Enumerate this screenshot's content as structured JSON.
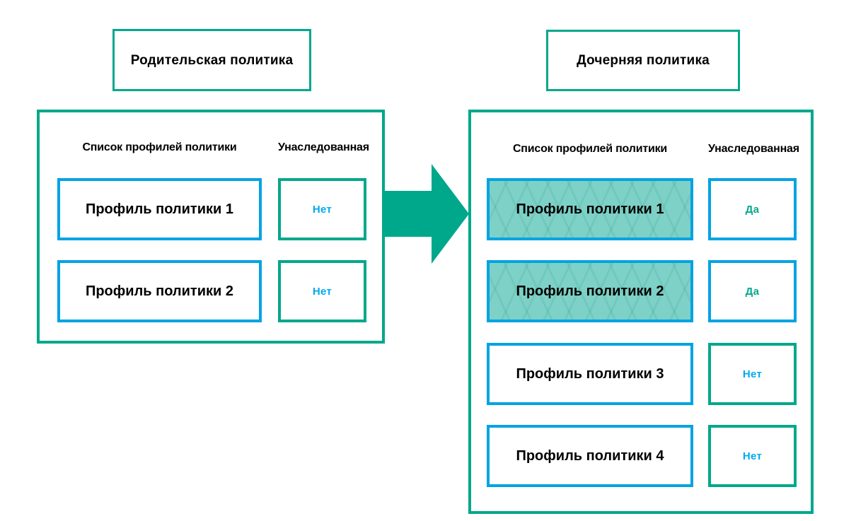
{
  "colors": {
    "teal": "#00a88b",
    "blue": "#00a3e3",
    "aqua_fill": "#7ed1c6",
    "yes_text": "#00a88b",
    "no_text": "#00a9ee"
  },
  "parent_policy": {
    "title": "Родительская политика",
    "headers": {
      "profiles": "Список профилей политики",
      "inherited": "Унаследованная"
    },
    "rows": [
      {
        "profile": "Профиль политики 1",
        "inherited": "Нет",
        "highlighted": false
      },
      {
        "profile": "Профиль политики 2",
        "inherited": "Нет",
        "highlighted": false
      }
    ]
  },
  "child_policy": {
    "title": "Дочерняя политика",
    "headers": {
      "profiles": "Список профилей политики",
      "inherited": "Унаследованная"
    },
    "rows": [
      {
        "profile": "Профиль политики 1",
        "inherited": "Да",
        "highlighted": true
      },
      {
        "profile": "Профиль политики 2",
        "inherited": "Да",
        "highlighted": true
      },
      {
        "profile": "Профиль политики 3",
        "inherited": "Нет",
        "highlighted": false
      },
      {
        "profile": "Профиль политики 4",
        "inherited": "Нет",
        "highlighted": false
      }
    ]
  }
}
